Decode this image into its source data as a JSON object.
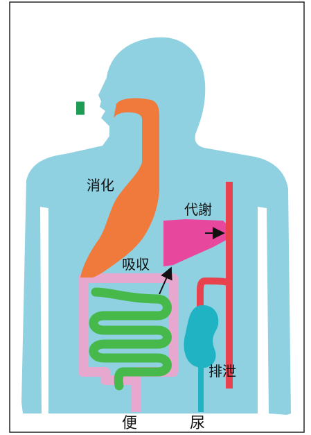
{
  "labels": {
    "digestion": "消化",
    "metabolism": "代謝",
    "absorption": "吸収",
    "excretion": "排泄",
    "stool": "便",
    "urine": "尿"
  },
  "colors": {
    "background": "#ffffff",
    "frame_border": "#222222",
    "body": "#8fd1e0",
    "digestive_tract": "#ef7a3c",
    "liver": "#e8479e",
    "small_intestine": "#47b84a",
    "large_intestine": "#e7a8cf",
    "blood_vessel": "#e8424e",
    "kidney": "#1fb3c3",
    "pill_green": "#1e9b55",
    "arrow": "#111111",
    "text": "#111111"
  },
  "icons": [
    "capsule-icon",
    "absorption-arrow-icon",
    "metabolism-arrow-icon"
  ]
}
